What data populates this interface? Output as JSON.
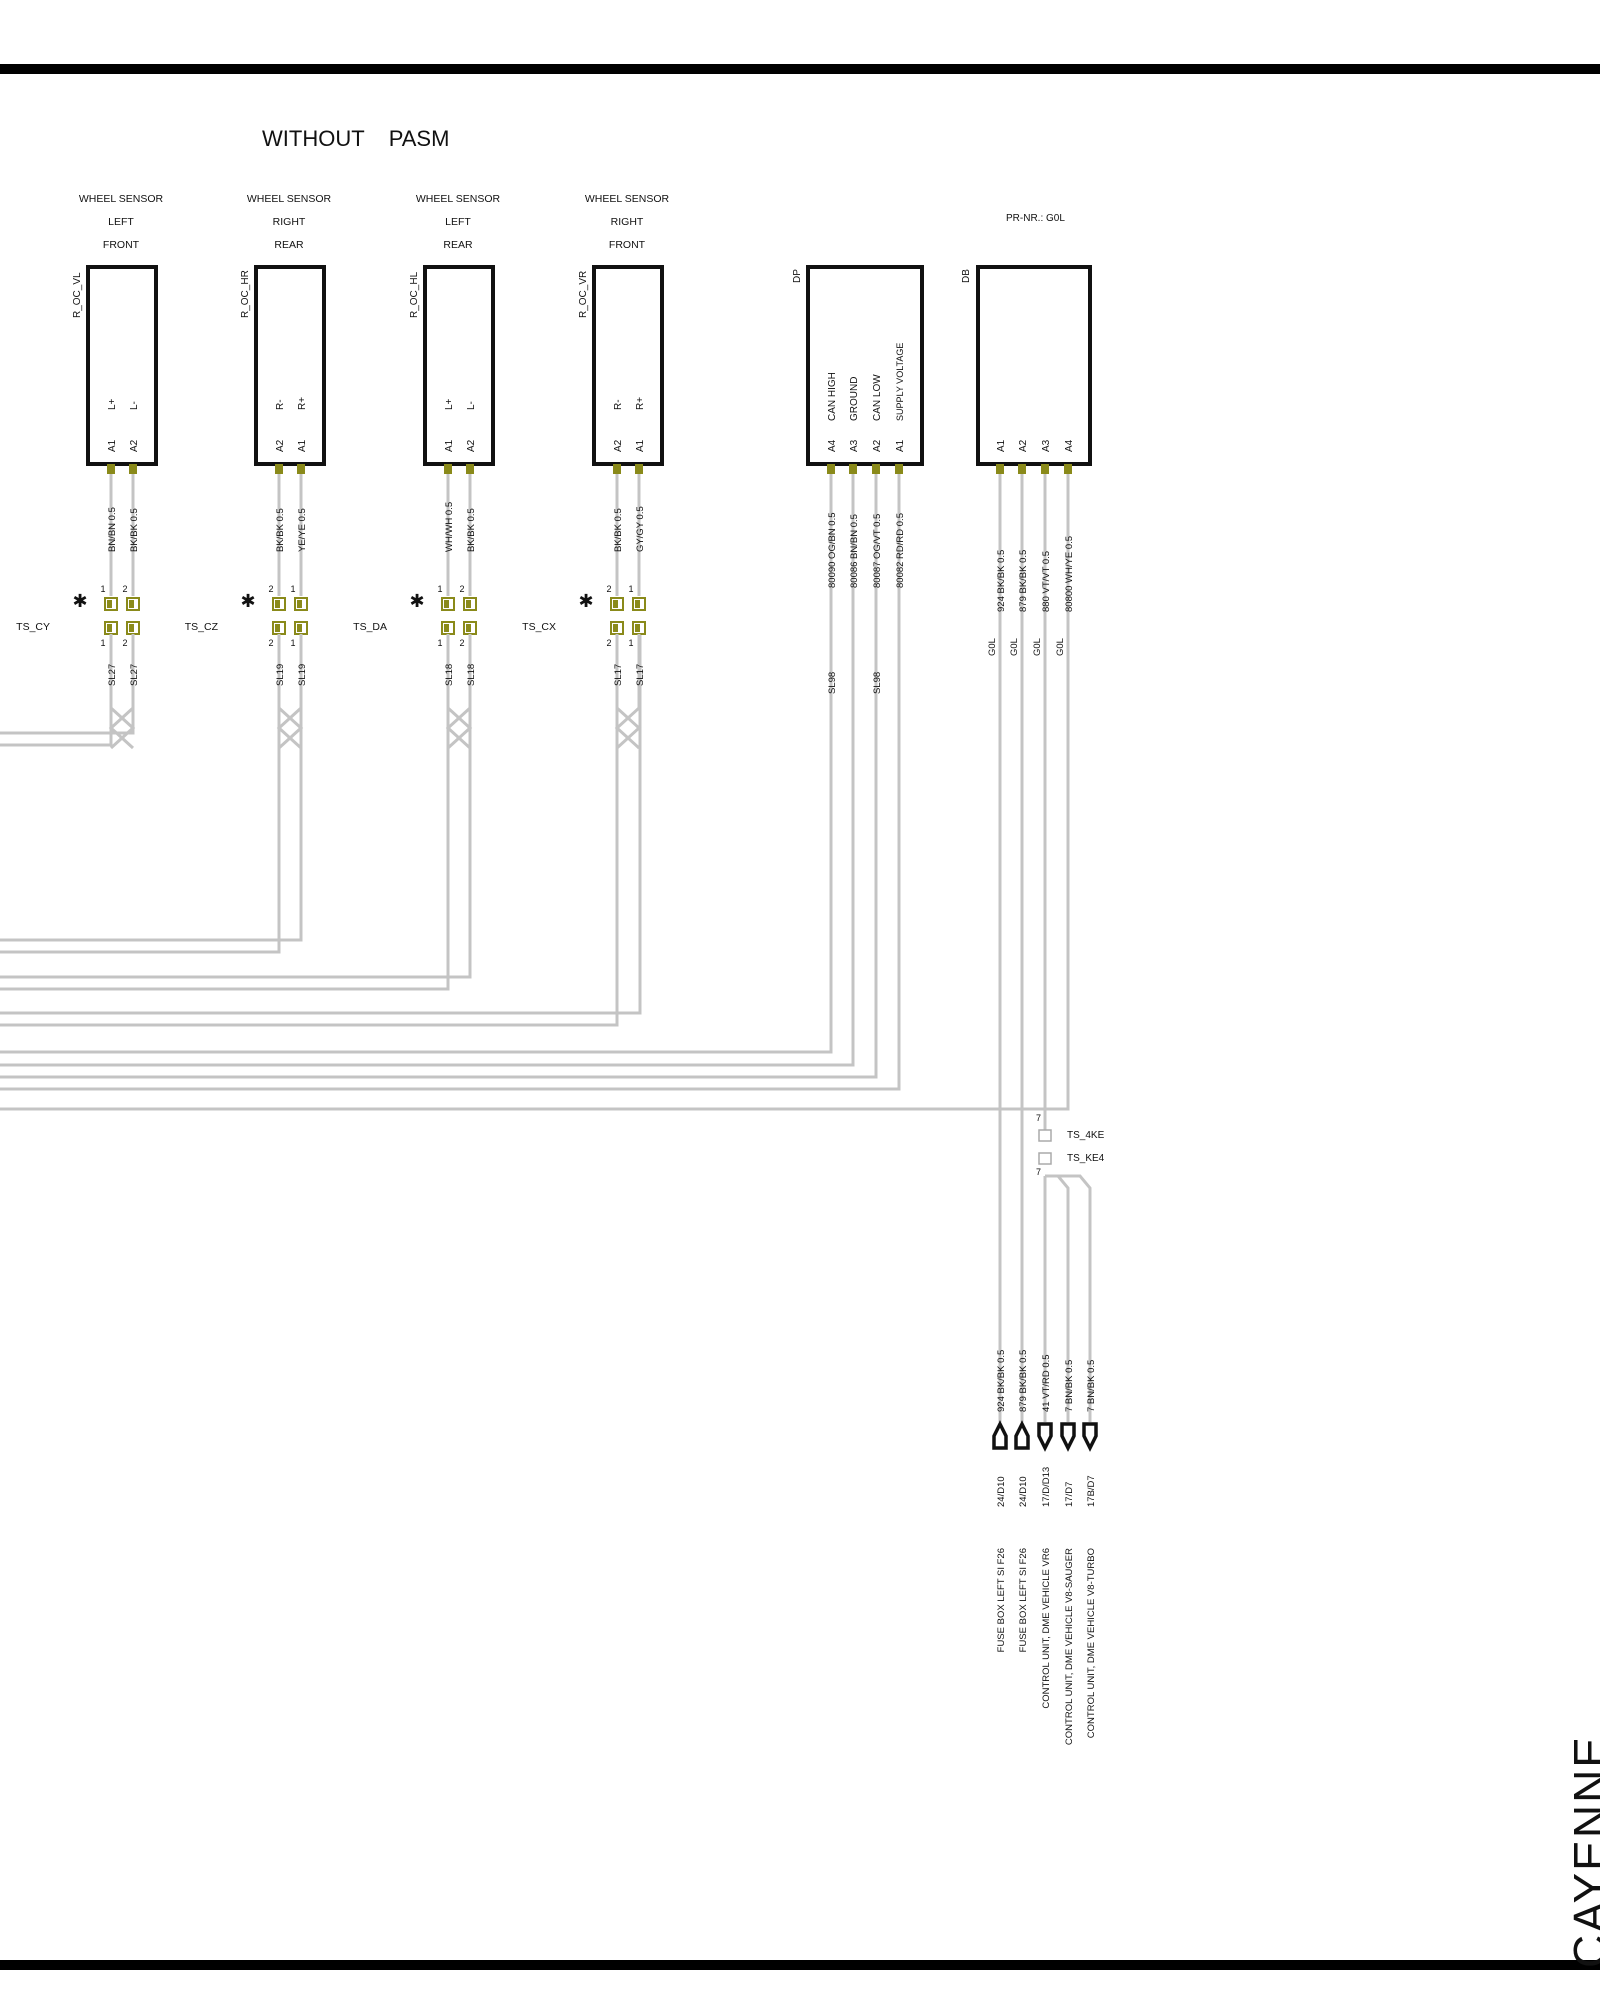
{
  "title": "WITHOUT    PASM",
  "pr_nr": "PR-NR.: G0L",
  "brand": "CAYENNE",
  "sensors": [
    {
      "l1": "WHEEL SENSOR",
      "l2": "LEFT",
      "l3": "FRONT",
      "ref": "R_OC_VL",
      "pins": [
        {
          "pin": "A1",
          "sig": "L+",
          "wire": "BN/BN 0.5",
          "p": "1"
        },
        {
          "pin": "A2",
          "sig": "L-",
          "wire": "BK/BK 0.5",
          "p": "2"
        }
      ],
      "ts": "TS_CY",
      "sl": "SL27"
    },
    {
      "l1": "WHEEL SENSOR",
      "l2": "RIGHT",
      "l3": "REAR",
      "ref": "R_OC_HR",
      "pins": [
        {
          "pin": "A2",
          "sig": "R-",
          "wire": "BK/BK 0.5",
          "p": "2"
        },
        {
          "pin": "A1",
          "sig": "R+",
          "wire": "YE/YE 0.5",
          "p": "1"
        }
      ],
      "ts": "TS_CZ",
      "sl": "SL19"
    },
    {
      "l1": "WHEEL SENSOR",
      "l2": "LEFT",
      "l3": "REAR",
      "ref": "R_OC_HL",
      "pins": [
        {
          "pin": "A1",
          "sig": "L+",
          "wire": "WH/WH 0.5",
          "p": "1"
        },
        {
          "pin": "A2",
          "sig": "L-",
          "wire": "BK/BK 0.5",
          "p": "2"
        }
      ],
      "ts": "TS_DA",
      "sl": "SL18"
    },
    {
      "l1": "WHEEL SENSOR",
      "l2": "RIGHT",
      "l3": "FRONT",
      "ref": "R_OC_VR",
      "pins": [
        {
          "pin": "A2",
          "sig": "R-",
          "wire": "BK/BK 0.5",
          "p": "2"
        },
        {
          "pin": "A1",
          "sig": "R+",
          "wire": "GY/GY 0.5",
          "p": "1"
        }
      ],
      "ts": "TS_CX",
      "sl": "SL17"
    }
  ],
  "dp": {
    "ref": "DP",
    "pins": [
      {
        "pin": "A4",
        "sig": "CAN HIGH",
        "wire": "80090 OG/BN 0.5"
      },
      {
        "pin": "A3",
        "sig": "GROUND",
        "wire": "80086 BN/BN 0.5"
      },
      {
        "pin": "A2",
        "sig": "CAN LOW",
        "wire": "80087 OG/VT 0.5"
      },
      {
        "pin": "A1",
        "sig": "SUPPLY VOLTAGE",
        "wire": "80082 RD/RD 0.5"
      }
    ],
    "sl": "SL98"
  },
  "db": {
    "ref": "DB",
    "pins": [
      {
        "pin": "A1",
        "wire": "924 BK/BK 0.5",
        "g": "G0L"
      },
      {
        "pin": "A2",
        "wire": "879 BK/BK 0.5",
        "g": "G0L"
      },
      {
        "pin": "A3",
        "wire": "880 VT/VT 0.5",
        "g": "G0L"
      },
      {
        "pin": "A4",
        "wire": "80800 WH/YE 0.5",
        "g": "G0L"
      }
    ],
    "ts1": "TS_4KE",
    "ts2": "TS_KE4",
    "ts_pin": "7"
  },
  "outputs": [
    {
      "wire": "924 BK/BK 0.5",
      "loc": "24/D10",
      "dest": "FUSE BOX LEFT SI F26"
    },
    {
      "wire": "879 BK/BK 0.5",
      "loc": "24/D10",
      "dest": "FUSE BOX LEFT SI F26"
    },
    {
      "wire": "41 VT/RD 0.5",
      "loc": "17/D/D13",
      "dest": "CONTROL UNIT, DME VEHICLE VR6"
    },
    {
      "wire": "7 BN/BK 0.5",
      "loc": "17/D7",
      "dest": "CONTROL UNIT, DME VEHICLE V8-SAUGER"
    },
    {
      "wire": "7 BN/BK 0.5",
      "loc": "17B/D7",
      "dest": "CONTROL UNIT, DME VEHICLE V8-TURBO"
    }
  ]
}
